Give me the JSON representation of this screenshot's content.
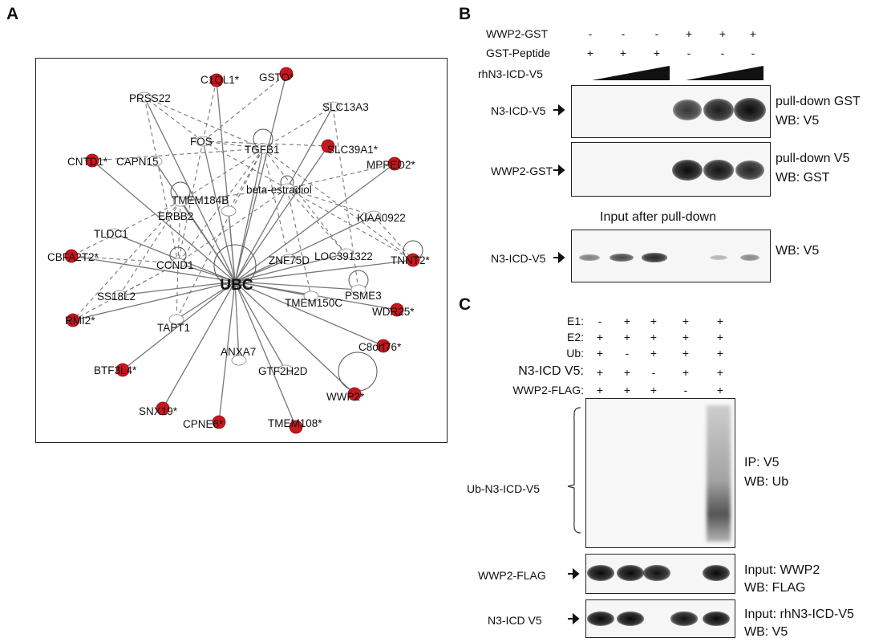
{
  "panelA": {
    "label": "A",
    "hub": "UBC",
    "nodes": [
      {
        "id": "c1ql1",
        "label": "C1QL1*",
        "highlighted": true
      },
      {
        "id": "gst",
        "label": "GSTO*",
        "highlighted": true
      },
      {
        "id": "prss22",
        "label": "PRSS22",
        "highlighted": false
      },
      {
        "id": "slc13a3",
        "label": "SLC13A3",
        "highlighted": false
      },
      {
        "id": "fos",
        "label": "FOS",
        "highlighted": false
      },
      {
        "id": "tgfb1",
        "label": "TGFB1",
        "highlighted": false
      },
      {
        "id": "slc39a1",
        "label": "SLC39A1*",
        "highlighted": true
      },
      {
        "id": "cntd1",
        "label": "CNTD1*",
        "highlighted": true
      },
      {
        "id": "capn15",
        "label": "CAPN15",
        "highlighted": false
      },
      {
        "id": "mpped2",
        "label": "MPPED2*",
        "highlighted": true
      },
      {
        "id": "beta_estradiol",
        "label": "beta-estradiol",
        "highlighted": false
      },
      {
        "id": "erbb2",
        "label": "ERBB2",
        "highlighted": false
      },
      {
        "id": "tmem184b",
        "label": "TMEM184B",
        "highlighted": false
      },
      {
        "id": "kiaa0922",
        "label": "KIAA0922",
        "highlighted": false
      },
      {
        "id": "tldc1",
        "label": "TLDC1",
        "highlighted": false
      },
      {
        "id": "cbfa2t2",
        "label": "CBFA2T2*",
        "highlighted": true
      },
      {
        "id": "ccnd1",
        "label": "CCND1",
        "highlighted": false
      },
      {
        "id": "znf75d",
        "label": "ZNF75D",
        "highlighted": false
      },
      {
        "id": "loc391322",
        "label": "LOC391322",
        "highlighted": false
      },
      {
        "id": "tnnt2",
        "label": "TNNT2*",
        "highlighted": true
      },
      {
        "id": "ss18l2",
        "label": "SS18L2",
        "highlighted": false
      },
      {
        "id": "psme3",
        "label": "PSME3",
        "highlighted": false
      },
      {
        "id": "tmem150c",
        "label": "TMEM150C",
        "highlighted": false
      },
      {
        "id": "wdr25",
        "label": "WDR25*",
        "highlighted": true
      },
      {
        "id": "rmi2",
        "label": "RMI2*",
        "highlighted": true
      },
      {
        "id": "tapt1",
        "label": "TAPT1",
        "highlighted": false
      },
      {
        "id": "c8orf76",
        "label": "C8orf76*",
        "highlighted": true
      },
      {
        "id": "anxa7",
        "label": "ANXA7",
        "highlighted": false
      },
      {
        "id": "gtf2h2d",
        "label": "GTF2H2D",
        "highlighted": false
      },
      {
        "id": "btf3l4",
        "label": "BTF3L4*",
        "highlighted": true
      },
      {
        "id": "wwp2",
        "label": "WWP2*",
        "highlighted": true
      },
      {
        "id": "snx19",
        "label": "SNX19*",
        "highlighted": true
      },
      {
        "id": "cpne6",
        "label": "CPNE6*",
        "highlighted": true
      },
      {
        "id": "tmem108",
        "label": "TMEM108*",
        "highlighted": true
      }
    ],
    "colors": {
      "highlight": "#c8161d",
      "edge": "#777777",
      "node": "#ffffff"
    }
  },
  "panelB": {
    "label": "B",
    "rows": [
      {
        "name": "WWP2-GST",
        "marks": [
          "-",
          "-",
          "-",
          "+",
          "+",
          "+"
        ]
      },
      {
        "name": "GST-Peptide",
        "marks": [
          "+",
          "+",
          "+",
          "-",
          "-",
          "-"
        ]
      }
    ],
    "titration_label": "rhN3-ICD-V5",
    "blot1": {
      "left": "N3-ICD-V5",
      "right1": "pull-down GST",
      "right2": "WB: V5",
      "intensities": [
        0,
        0,
        0,
        0.75,
        0.9,
        1.0
      ]
    },
    "blot2": {
      "left": "WWP2-GST",
      "right1": "pull-down V5",
      "right2": "WB: GST",
      "intensities": [
        0,
        0,
        0,
        1.0,
        0.95,
        0.85
      ]
    },
    "input_title": "Input after pull-down",
    "blot3": {
      "left": "N3-ICD-V5",
      "right1": "WB: V5",
      "intensities": [
        0.35,
        0.65,
        0.85,
        0,
        0.05,
        0.3
      ]
    }
  },
  "panelC": {
    "label": "C",
    "rows": [
      {
        "name": "E1:",
        "marks": [
          "-",
          "+",
          "+",
          "+",
          "+"
        ]
      },
      {
        "name": "E2:",
        "marks": [
          "+",
          "+",
          "+",
          "+",
          "+"
        ]
      },
      {
        "name": "Ub:",
        "marks": [
          "+",
          "-",
          "+",
          "+",
          "+"
        ]
      },
      {
        "name": "N3-ICD V5:",
        "marks": [
          "+",
          "+",
          "-",
          "+",
          "+"
        ]
      },
      {
        "name": "WWP2-FLAG:",
        "marks": [
          "+",
          "+",
          "+",
          "-",
          "+"
        ]
      }
    ],
    "blot1": {
      "left": "Ub-N3-ICD-V5",
      "right1": "IP: V5",
      "right2": "WB: Ub"
    },
    "blot2": {
      "left": "WWP2-FLAG",
      "right1": "Input: WWP2",
      "right2": "WB: FLAG",
      "intensities": [
        1,
        1,
        0.95,
        0,
        1
      ]
    },
    "blot3": {
      "left": "N3-ICD V5",
      "right1": "Input: rhN3-ICD-V5",
      "right2": "WB: V5",
      "intensities": [
        1,
        1,
        0,
        0.95,
        1
      ]
    }
  }
}
